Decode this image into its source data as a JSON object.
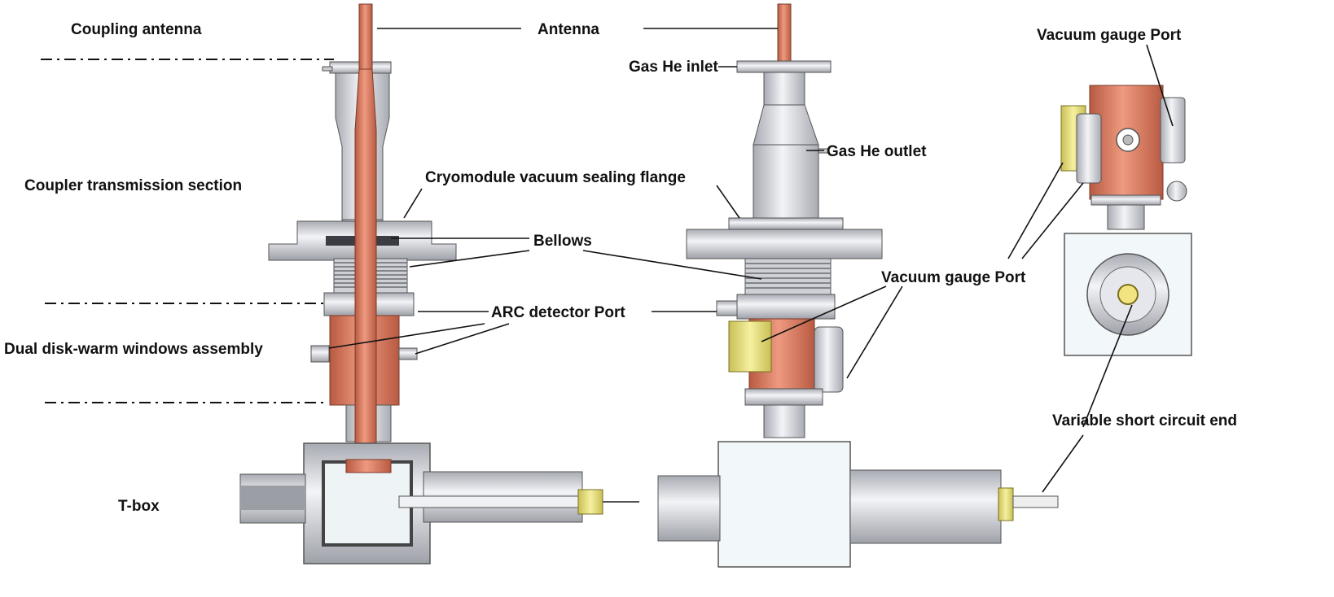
{
  "labels": {
    "coupling_antenna": "Coupling antenna",
    "antenna": "Antenna",
    "gas_he_inlet": "Gas He inlet",
    "gas_he_outlet": "Gas He outlet",
    "coupler_transmission_section": "Coupler transmission section",
    "cryomodule_flange": "Cryomodule vacuum sealing flange",
    "bellows": "Bellows",
    "arc_detector_port": "ARC detector Port",
    "dual_disk_windows": "Dual disk-warm windows assembly",
    "vacuum_gauge_port_top": "Vacuum gauge Port",
    "vacuum_gauge_port_mid": "Vacuum gauge Port",
    "variable_short_circuit_end": "Variable short circuit end",
    "t_box": "T-box"
  },
  "colors": {
    "copper": "#d9765c",
    "copper_dark": "#b85a42",
    "steel": "#dcdde2",
    "steel_dark": "#a9abb3",
    "yellow": "#f2ea8c",
    "line": "#111111"
  }
}
